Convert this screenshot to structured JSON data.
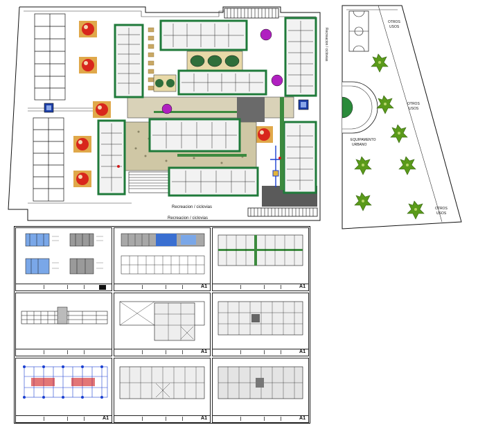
{
  "site_plan": {
    "recreation_label": "Recreacion / ciclovias",
    "recreation_label_2": "Recreacion / ciclovias",
    "recreation_vertical": "Recreacion / ciclovias"
  },
  "right_plan": {
    "other_uses_1": [
      "OTROS",
      "USOS"
    ],
    "other_uses_2": [
      "OTROS",
      "USOS"
    ],
    "other_uses_3": [
      "OTROS",
      "USOS"
    ],
    "urban_equipment": [
      "EQUIPAMENTO",
      "URBANO"
    ]
  },
  "sheets": [
    {
      "code": "",
      "black_block": true
    },
    {
      "code": "A1"
    },
    {
      "code": "A1"
    },
    {
      "code": ""
    },
    {
      "code": "A1"
    },
    {
      "code": "A1"
    },
    {
      "code": "A1"
    },
    {
      "code": "A1"
    },
    {
      "code": "A1"
    }
  ],
  "colors": {
    "building_green": "#1f7a3a",
    "tree_red": "#d8261c",
    "tree_green": "#5a9a1a",
    "accent_blue": "#1a3fd1",
    "accent_red": "#d01a1a",
    "magenta": "#b020c0"
  }
}
